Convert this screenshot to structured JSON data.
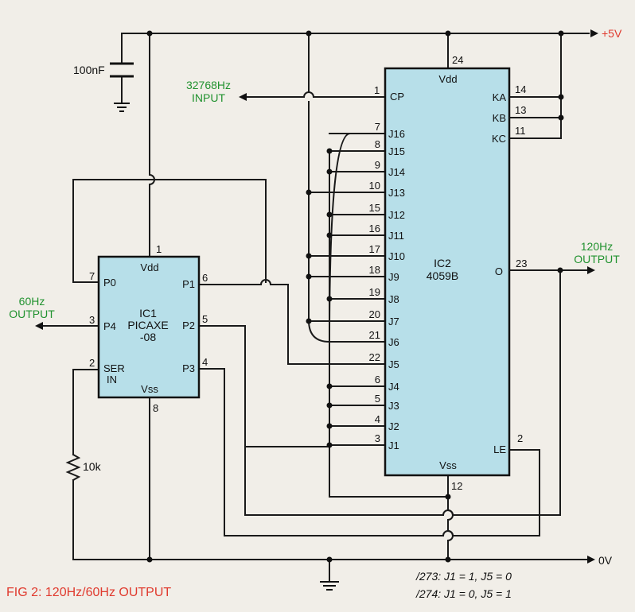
{
  "figure": {
    "caption": "FIG 2: 120Hz/60Hz OUTPUT",
    "caption_color": "#e03a2e",
    "label_color": "#21922f",
    "chip_color": "#b7dfe9",
    "background": "#f1eee8"
  },
  "rails": {
    "positive": "+5V",
    "ground": "0V"
  },
  "components": {
    "capacitor": "100nF",
    "resistor": "10k"
  },
  "signals": {
    "input_freq": "32768Hz",
    "input_word": "INPUT",
    "out120_freq": "120Hz",
    "out120_word": "OUTPUT",
    "out60_freq": "60Hz",
    "out60_word": "OUTPUT"
  },
  "ic1": {
    "name": "IC1",
    "part_line1": "PICAXE",
    "part_line2": "-08",
    "pins": {
      "vdd": {
        "label": "Vdd",
        "num": "1"
      },
      "p0": {
        "label": "P0",
        "num": "7"
      },
      "p4": {
        "label": "P4",
        "num": "3"
      },
      "ser": {
        "label1": "SER",
        "label2": "IN",
        "num": "2"
      },
      "p1": {
        "label": "P1",
        "num": "6"
      },
      "p2": {
        "label": "P2",
        "num": "5"
      },
      "p3": {
        "label": "P3",
        "num": "4"
      },
      "vss": {
        "label": "Vss",
        "num": "8"
      }
    }
  },
  "ic2": {
    "name": "IC2",
    "part": "4059B",
    "vdd": {
      "label": "Vdd",
      "num": "24"
    },
    "cp": {
      "label": "CP",
      "num": "1"
    },
    "ka": {
      "label": "KA",
      "num": "14"
    },
    "kb": {
      "label": "KB",
      "num": "13"
    },
    "kc": {
      "label": "KC",
      "num": "11"
    },
    "o": {
      "label": "O",
      "num": "23"
    },
    "le": {
      "label": "LE",
      "num": "2"
    },
    "vss": {
      "label": "Vss",
      "num": "12"
    },
    "jpins": [
      {
        "label": "J16",
        "num": "7"
      },
      {
        "label": "J15",
        "num": "8"
      },
      {
        "label": "J14",
        "num": "9"
      },
      {
        "label": "J13",
        "num": "10"
      },
      {
        "label": "J12",
        "num": "15"
      },
      {
        "label": "J11",
        "num": "16"
      },
      {
        "label": "J10",
        "num": "17"
      },
      {
        "label": "J9",
        "num": "18"
      },
      {
        "label": "J8",
        "num": "19"
      },
      {
        "label": "J7",
        "num": "20"
      },
      {
        "label": "J6",
        "num": "21"
      },
      {
        "label": "J5",
        "num": "22"
      },
      {
        "label": "J4",
        "num": "6"
      },
      {
        "label": "J3",
        "num": "5"
      },
      {
        "label": "J2",
        "num": "4"
      },
      {
        "label": "J1",
        "num": "3"
      }
    ]
  },
  "notes": {
    "line1": "/273: J1 = 1, J5 = 0",
    "line2": "/274: J1 = 0, J5 = 1"
  }
}
